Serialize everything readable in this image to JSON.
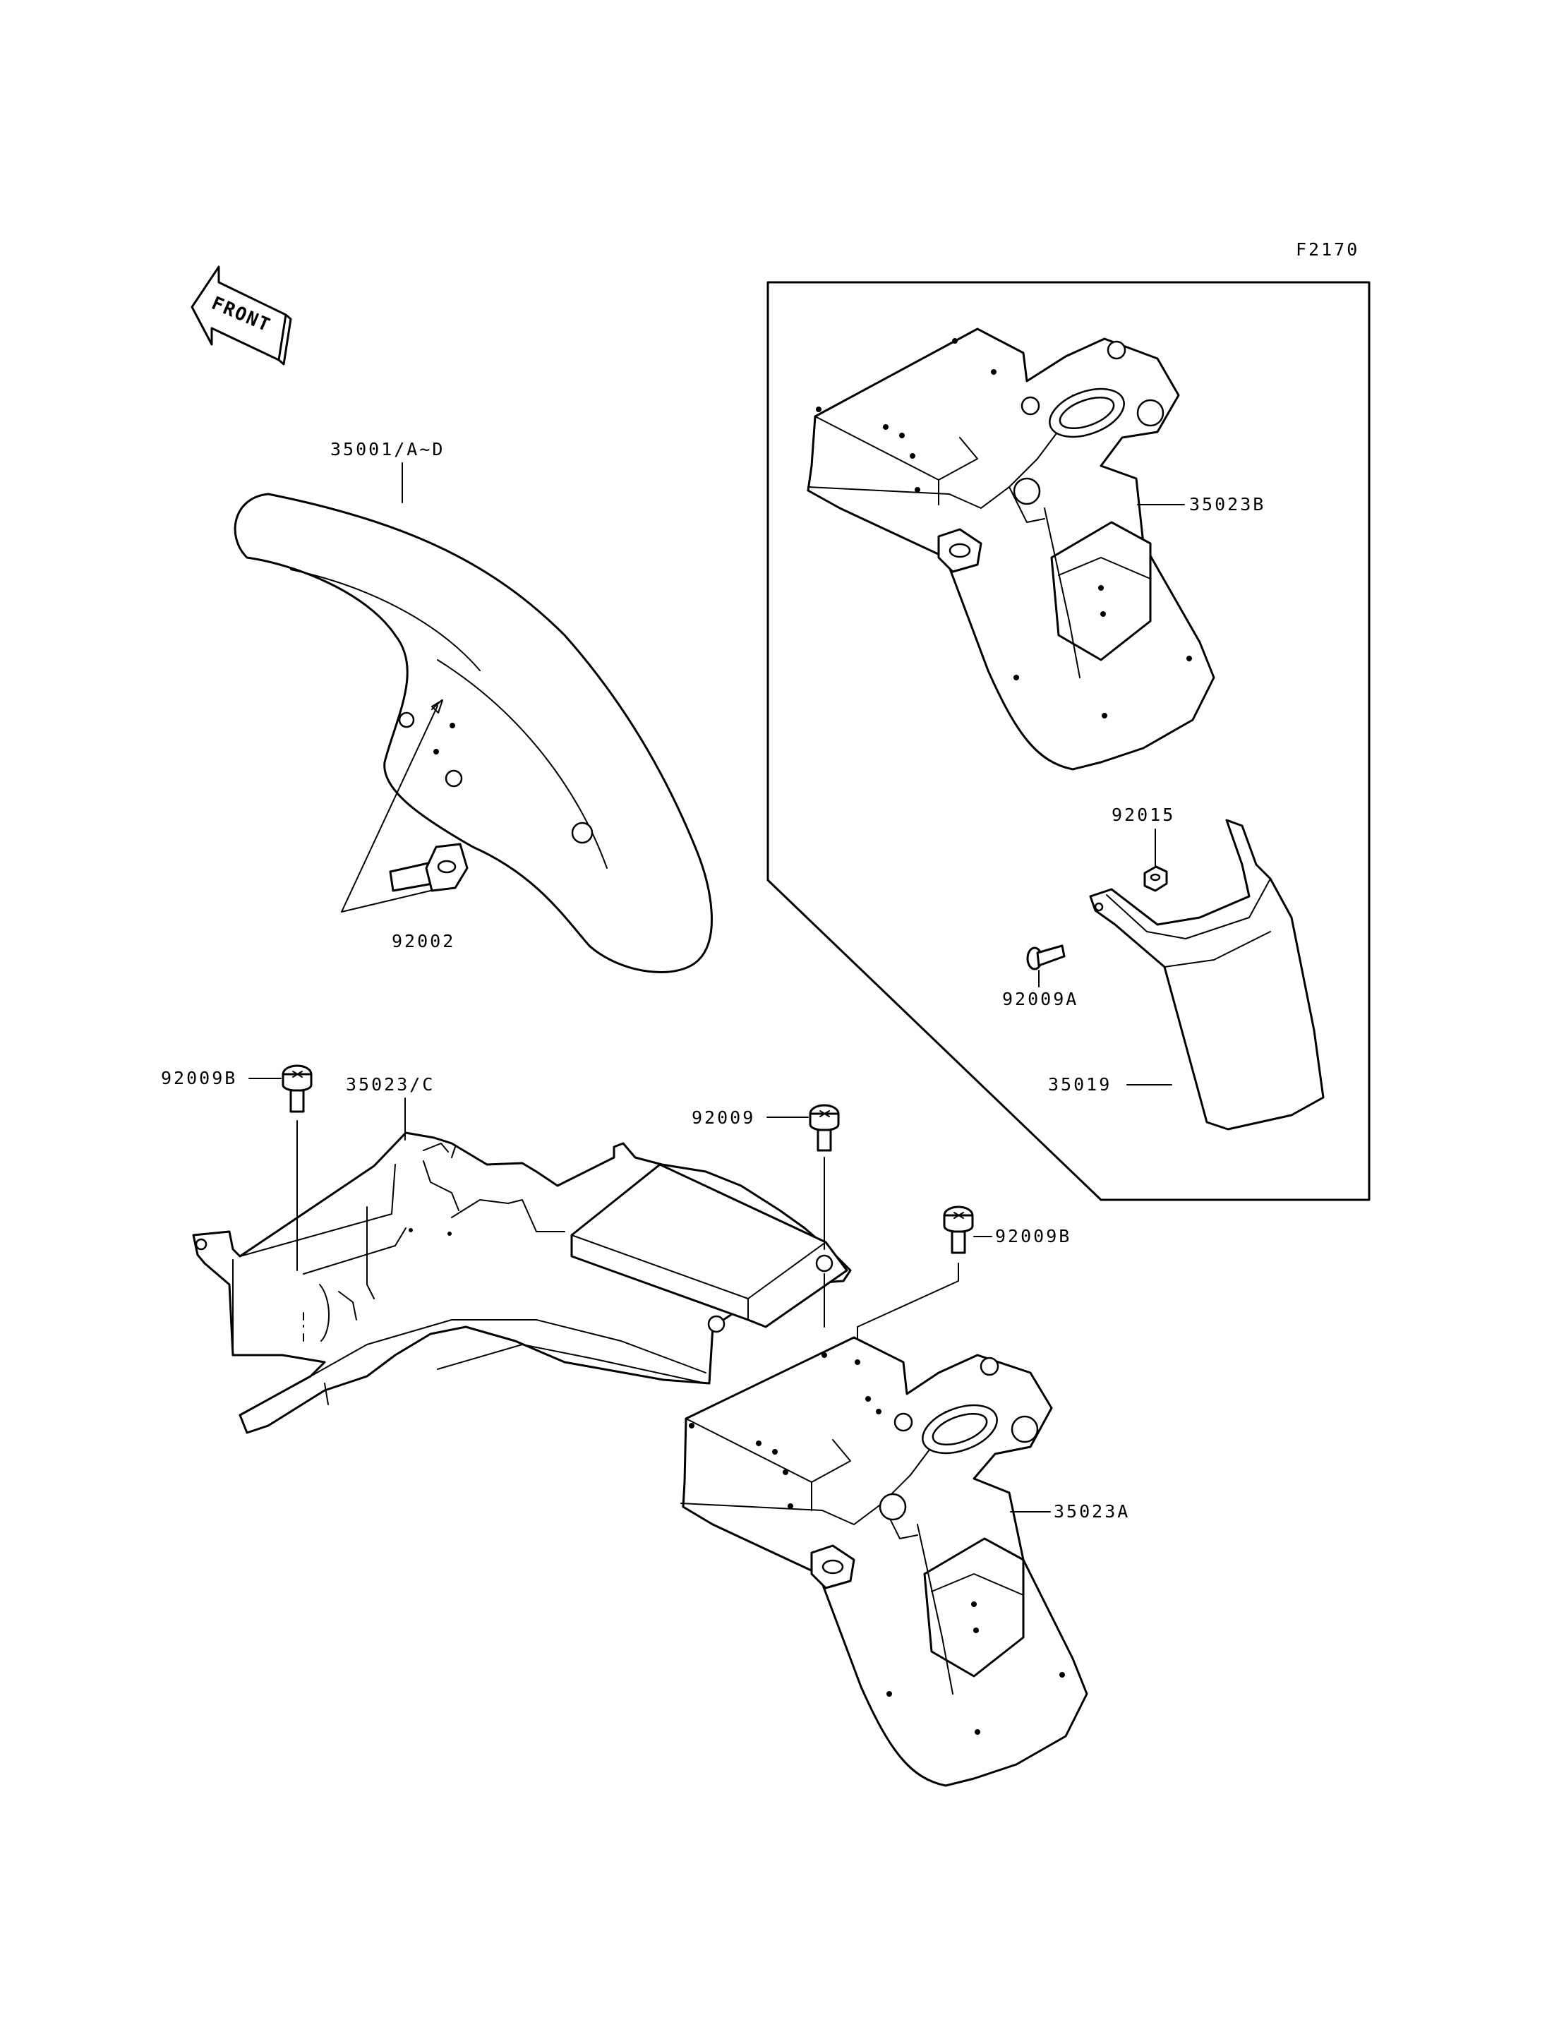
{
  "figure_code": "F2170",
  "front_indicator": "FRONT",
  "callouts": [
    {
      "id": "front-fender",
      "label": "35001/A~D"
    },
    {
      "id": "front-fender-bolt",
      "label": "92002"
    },
    {
      "id": "rear-fender-b",
      "label": "35023B"
    },
    {
      "id": "nut",
      "label": "92015"
    },
    {
      "id": "screw-a",
      "label": "92009A"
    },
    {
      "id": "rear-flap",
      "label": "35019"
    },
    {
      "id": "screw-b-left",
      "label": "92009B"
    },
    {
      "id": "inner-fender",
      "label": "35023/C"
    },
    {
      "id": "screw",
      "label": "92009"
    },
    {
      "id": "screw-b-right",
      "label": "92009B"
    },
    {
      "id": "rear-fender-a",
      "label": "35023A"
    }
  ]
}
